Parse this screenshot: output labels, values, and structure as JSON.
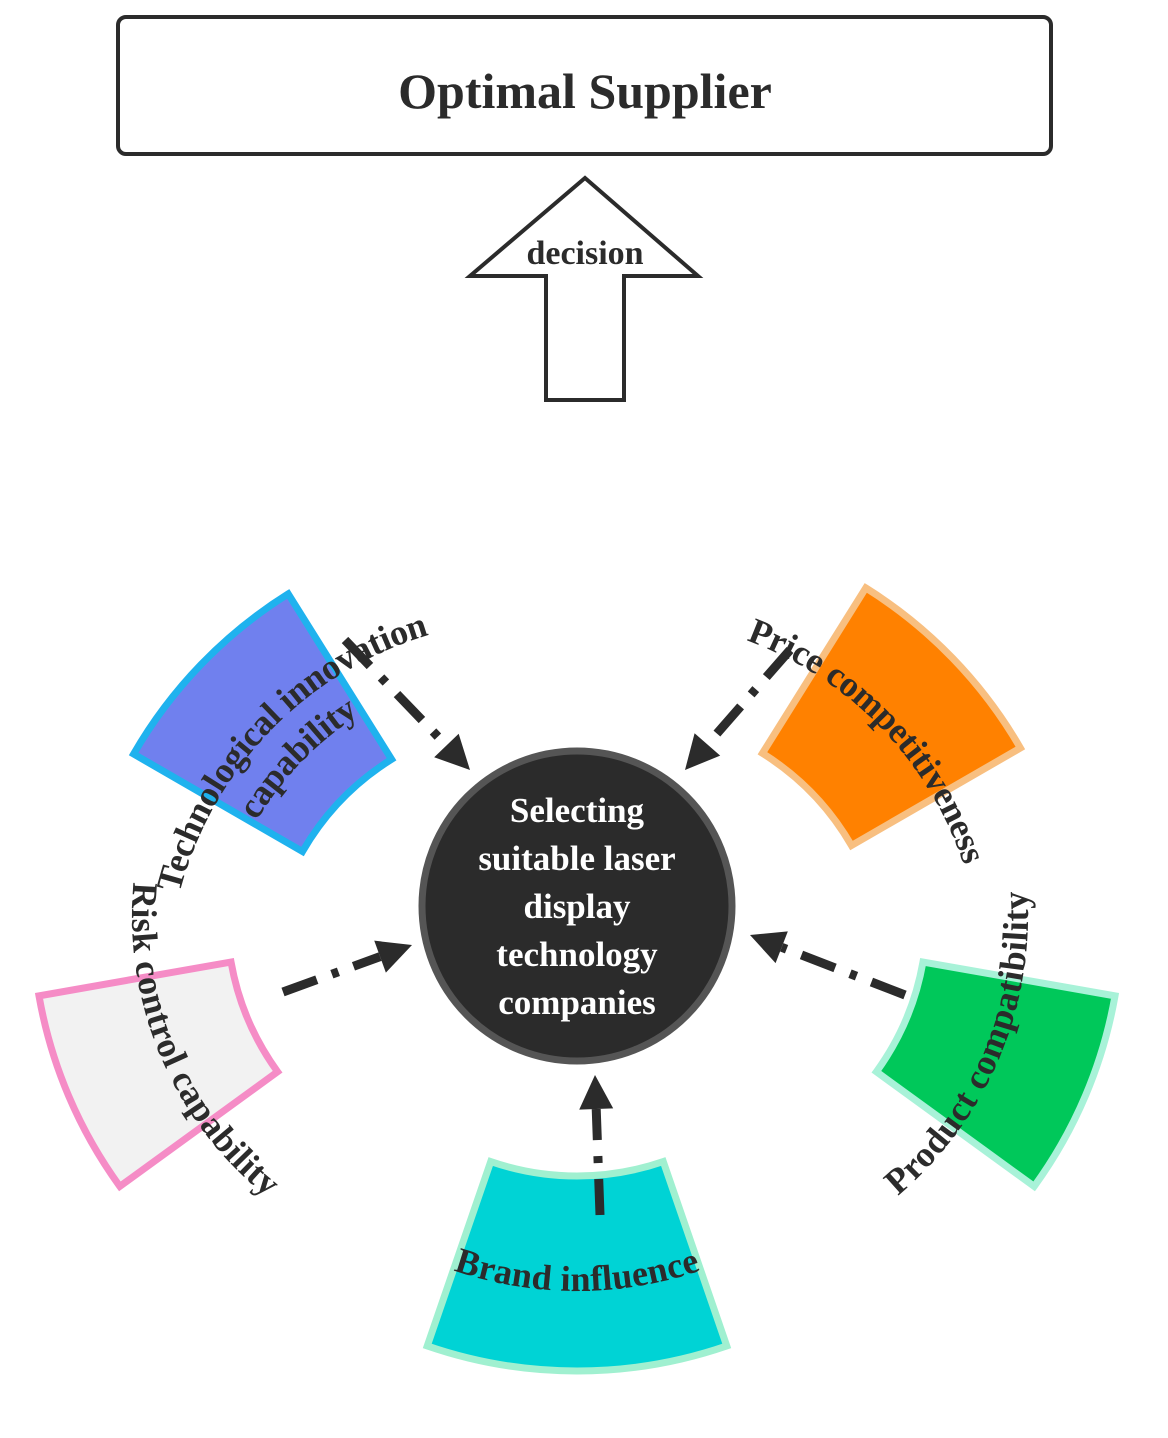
{
  "title": "Optimal Supplier",
  "decision_label": "decision",
  "center_label": [
    "Selecting",
    "suitable laser",
    "display",
    "technology",
    "companies"
  ],
  "criteria": [
    {
      "label": [
        "Technological innovation",
        "capability"
      ],
      "fill": "#7080ee",
      "stroke": "#1fb2ee"
    },
    {
      "label": [
        "Price competitiveness"
      ],
      "fill": "#ff8100",
      "stroke": "#f8bf80"
    },
    {
      "label": [
        "Product compatibility"
      ],
      "fill": "#00c85a",
      "stroke": "#a8f2d8"
    },
    {
      "label": [
        "Brand influence"
      ],
      "fill": "#00d3d5",
      "stroke": "#a0f0d0"
    },
    {
      "label": [
        "Risk control capability"
      ],
      "fill": "#f2f2f2",
      "stroke": "#f58cc6"
    }
  ],
  "colors": {
    "center_fill": "#2b2b2b",
    "center_stroke": "#555555",
    "text": "#2b2b2b"
  }
}
